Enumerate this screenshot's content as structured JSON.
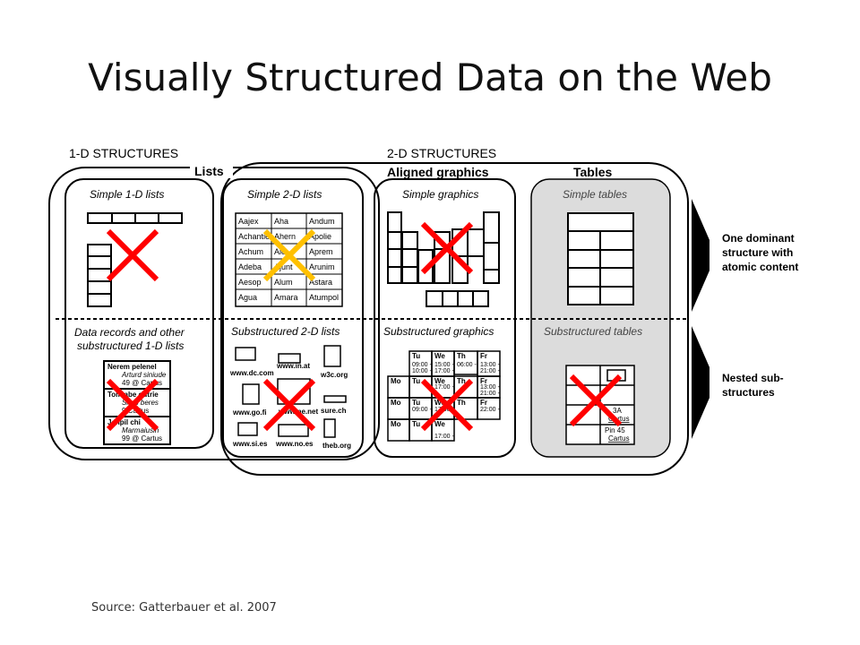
{
  "title": "Visually Structured Data on the Web",
  "source": "Source: Gatterbauer et al. 2007",
  "headers": {
    "one_d": "1-D STRUCTURES",
    "two_d": "2-D STRUCTURES",
    "lists": "Lists",
    "aligned_graphics": "Aligned graphics",
    "tables": "Tables"
  },
  "cells": {
    "simple_1d": "Simple 1-D lists",
    "simple_2d": "Simple 2-D lists",
    "simple_graphics": "Simple graphics",
    "simple_tables": "Simple tables",
    "records_line1": "Data records and other",
    "records_line2": "substructured 1-D lists",
    "sub_2d": "Substructured 2-D lists",
    "sub_graphics": "Substructured graphics",
    "sub_tables": "Substructured tables"
  },
  "right_labels": {
    "dominant": [
      "One dominant",
      "structure with",
      "atomic content"
    ],
    "nested": [
      "Nested sub-",
      "structures"
    ]
  },
  "list_2d": [
    [
      "Aajex",
      "Aha",
      "Andum"
    ],
    [
      "Achantie",
      "Ahern",
      "Apolie"
    ],
    [
      "Achum",
      "Aie",
      "Aprem"
    ],
    [
      "Adeba",
      "Ajunt",
      "Arunim"
    ],
    [
      "Aesop",
      "Alum",
      "Astara"
    ],
    [
      "Agua",
      "Amara",
      "Atumpol"
    ]
  ],
  "records": [
    [
      "Nerem pelenel",
      "Arturd siniude",
      "49 @ Cartus"
    ],
    [
      "Tom abe outrie",
      "Sh rs beres",
      "9 Cartus"
    ],
    [
      "Jenpil chi",
      "Marmaiusin",
      "99 @ Cartus"
    ]
  ],
  "sites": [
    "www.dc.com",
    "www.in.at",
    "w3c.org",
    "www.go.fi",
    "www.ne.net",
    "sure.ch",
    "www.si.es",
    "www.no.es",
    "theb.org"
  ],
  "schedule": {
    "top_days": [
      "Tu",
      "We",
      "Th",
      "Fr"
    ],
    "left_days": [
      "Mo",
      "Mo",
      "Mo"
    ],
    "times": {
      "tu1": [
        "09:00 -",
        "10:00 -"
      ],
      "we1": [
        "15:00 -",
        "17:00 -"
      ],
      "th1": [
        "06:00 -"
      ],
      "fr1": [
        "13:00 -",
        "21:00 -"
      ],
      "fr2": [
        "13:00 -",
        "21:00 -"
      ],
      "we2": [
        "17:00 -"
      ],
      "tu3": [
        "09:00 -"
      ],
      "we3": [
        "17:00 -"
      ],
      "fr3": [
        "22:00 -"
      ],
      "we4": [
        "17:00 -"
      ]
    },
    "labels": {
      "tu2": "Tu",
      "we2": "We",
      "th2": "Th",
      "tu3": "Tu",
      "we3": "We",
      "th3": "Th",
      "fr3": "Fr",
      "tu4": "Tu",
      "we4": "We",
      "fr2": "Fr"
    }
  },
  "sub_table_text": [
    "3A",
    "Cartus",
    "Pin 45",
    "Cartus"
  ],
  "colors": {
    "cross_red": "#ff0000",
    "cross_orange": "#ffc000",
    "gray_panel": "#dcdcdc"
  }
}
